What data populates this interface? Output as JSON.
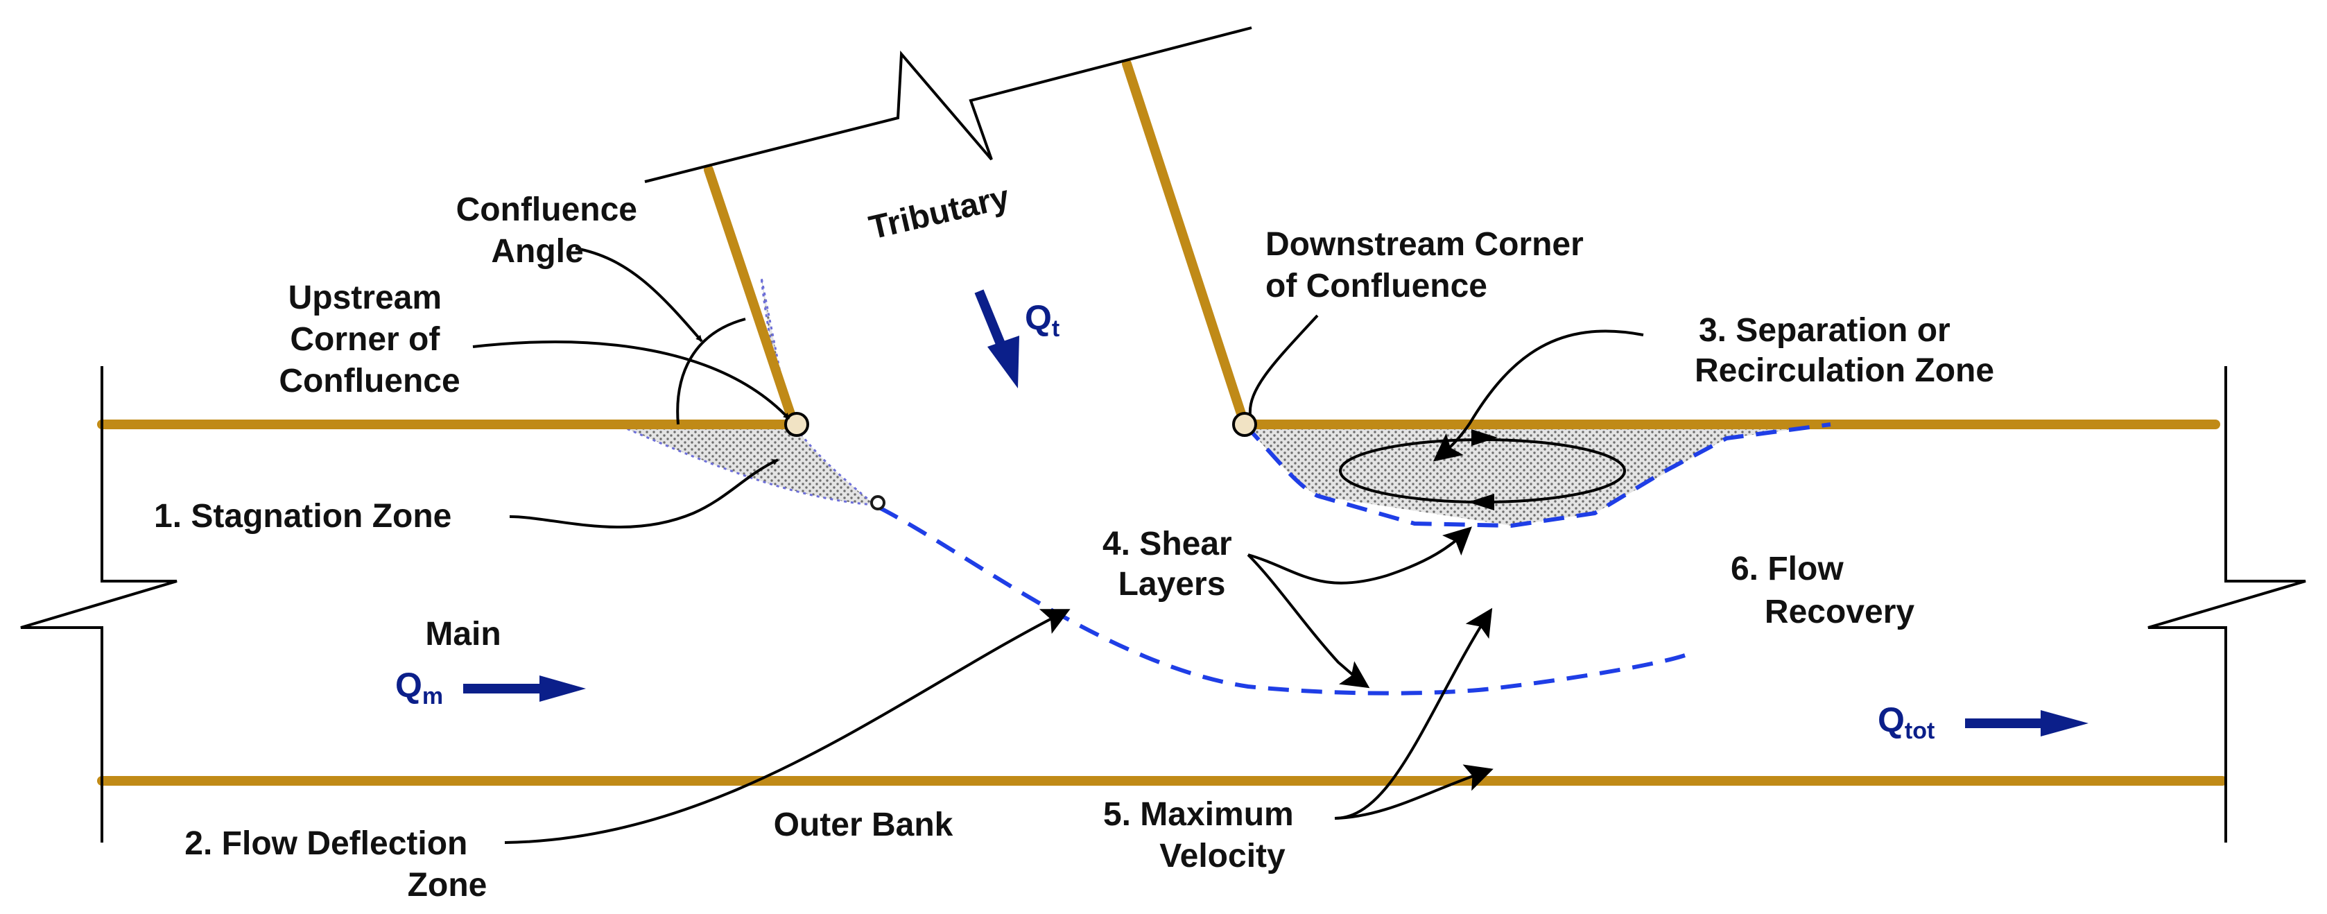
{
  "labels": {
    "tributary": "Tributary",
    "confluence_angle": [
      "Confluence",
      "Angle"
    ],
    "upstream_corner": [
      "Upstream",
      "Corner of",
      "Confluence"
    ],
    "downstream_corner": [
      "Downstream Corner",
      "of Confluence"
    ],
    "separation_zone": [
      "3. Separation or",
      "Recirculation Zone"
    ],
    "stagnation_zone": "1. Stagnation Zone",
    "shear_layers": [
      "4. Shear",
      "Layers"
    ],
    "flow_recovery": [
      "6. Flow",
      "Recovery"
    ],
    "main": "Main",
    "outer_bank": "Outer Bank",
    "flow_deflection": [
      "2. Flow Deflection",
      "Zone"
    ],
    "max_velocity": [
      "5. Maximum",
      "Velocity"
    ]
  },
  "flows": {
    "tributary": {
      "base": "Q",
      "sub": "t"
    },
    "main": {
      "base": "Q",
      "sub": "m"
    },
    "total": {
      "base": "Q",
      "sub": "tot"
    }
  },
  "colors": {
    "bank": "#c08a17",
    "shear_layer": "#1f3ee6",
    "flow_arrow": "#0b1f8a",
    "zone_fill": "#cfcfcf",
    "text": "#111111"
  }
}
